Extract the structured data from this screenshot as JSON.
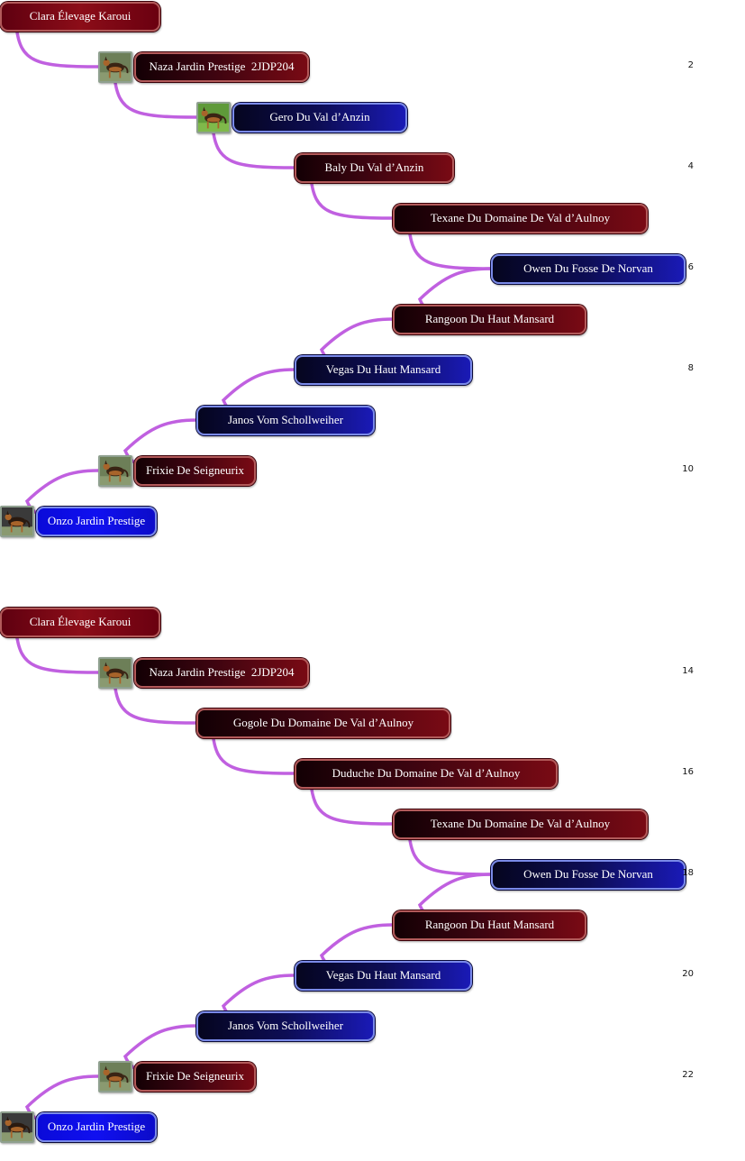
{
  "colors": {
    "connector": "#c060e0",
    "red_node": "#7a0a14",
    "blue_node": "#1a1ab8",
    "bright_blue_node": "#1010f0"
  },
  "charts": [
    {
      "nodes": [
        {
          "label": "Clara Élevage Karoui",
          "style": "red head",
          "photo": null
        },
        {
          "label": "Naza Jardin Prestige  2JDP204",
          "style": "red",
          "photo": "dog-photo"
        },
        {
          "label": "Gero Du Val d’Anzin",
          "style": "blue",
          "photo": "dog-photo-grass"
        },
        {
          "label": "Baly Du Val d’Anzin",
          "style": "red",
          "photo": null
        },
        {
          "label": "Texane Du Domaine De Val d’Aulnoy",
          "style": "red",
          "photo": null
        },
        {
          "label": "Owen Du Fosse De Norvan",
          "style": "blue",
          "photo": null
        },
        {
          "label": "Rangoon Du Haut Mansard",
          "style": "red",
          "photo": null
        },
        {
          "label": "Vegas Du Haut Mansard",
          "style": "blue",
          "photo": null
        },
        {
          "label": "Janos Vom Schollweiher",
          "style": "blue",
          "photo": null
        },
        {
          "label": "Frixie De Seigneurix",
          "style": "red",
          "photo": "dog-photo"
        },
        {
          "label": "Onzo Jardin Prestige",
          "style": "blue bright",
          "photo": "dog-photo-dark"
        }
      ],
      "page_numbers": [
        "2",
        "4",
        "6",
        "8",
        "10"
      ]
    },
    {
      "nodes": [
        {
          "label": "Clara Élevage Karoui",
          "style": "red head",
          "photo": null
        },
        {
          "label": "Naza Jardin Prestige  2JDP204",
          "style": "red",
          "photo": "dog-photo"
        },
        {
          "label": "Gogole Du Domaine De Val d’Aulnoy",
          "style": "red",
          "photo": null
        },
        {
          "label": "Duduche Du Domaine De Val d’Aulnoy",
          "style": "red",
          "photo": null
        },
        {
          "label": "Texane Du Domaine De Val d’Aulnoy",
          "style": "red",
          "photo": null
        },
        {
          "label": "Owen Du Fosse De Norvan",
          "style": "blue",
          "photo": null
        },
        {
          "label": "Rangoon Du Haut Mansard",
          "style": "red",
          "photo": null
        },
        {
          "label": "Vegas Du Haut Mansard",
          "style": "blue",
          "photo": null
        },
        {
          "label": "Janos Vom Schollweiher",
          "style": "blue",
          "photo": null
        },
        {
          "label": "Frixie De Seigneurix",
          "style": "red",
          "photo": "dog-photo"
        },
        {
          "label": "Onzo Jardin Prestige",
          "style": "blue bright",
          "photo": "dog-photo-dark"
        }
      ],
      "page_numbers": [
        "14",
        "16",
        "18",
        "20",
        "22"
      ]
    }
  ]
}
